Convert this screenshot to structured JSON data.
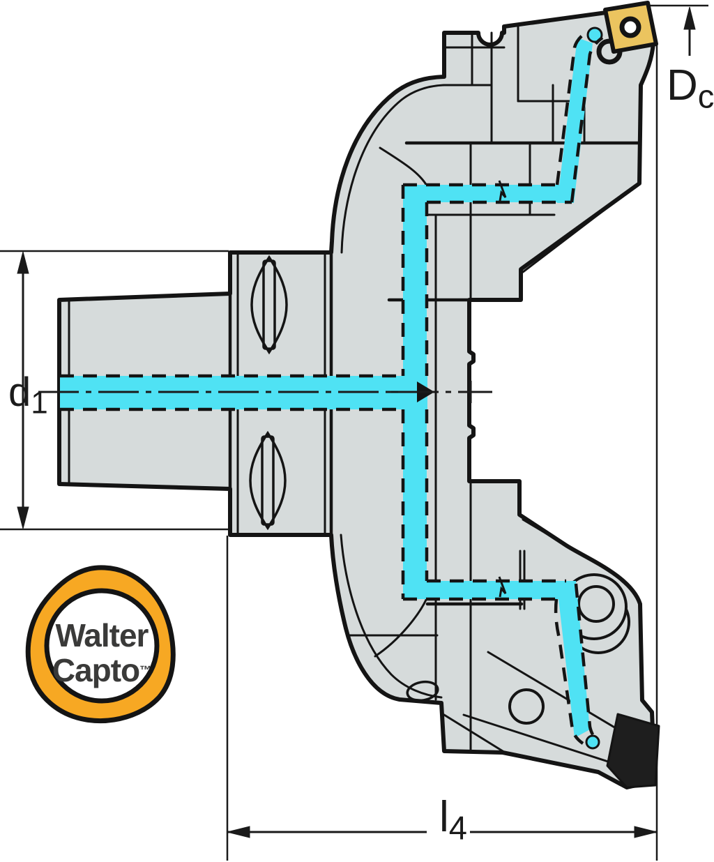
{
  "meta": {
    "title": "Walter Capto indexable boring tool - technical cross-section drawing"
  },
  "dimensions": {
    "d1": {
      "main": "d",
      "sub": "1"
    },
    "dc": {
      "main": "D",
      "sub": "c"
    },
    "l4": {
      "main": "l",
      "sub": "4"
    }
  },
  "logo": {
    "brand_line1": "Walter",
    "brand_line2": "Capto",
    "trademark": "™"
  },
  "colors": {
    "body-grey": "#d6dbdb",
    "coolant-cyan": "#4fe2f4",
    "insert-yellow": "#ebc45f",
    "logo-orange": "#f7a823",
    "line-black": "#141414",
    "label-dark": "#1b1b1b",
    "logo-text": "#3a3a39"
  }
}
